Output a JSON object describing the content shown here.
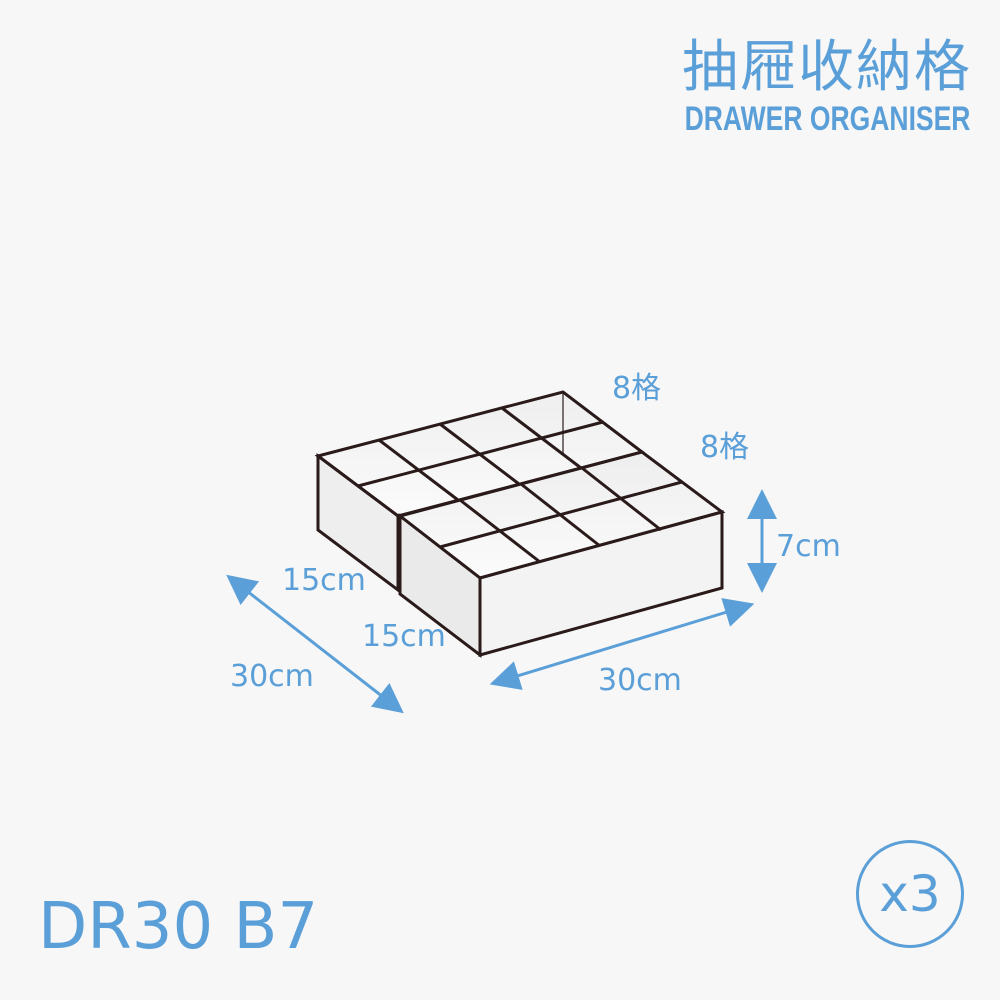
{
  "header": {
    "title_cn": "抽屜收納格",
    "title_en": "DRAWER ORGANISER"
  },
  "product": {
    "model": "DR30 B7",
    "quantity": "x3"
  },
  "diagram": {
    "grid_label_back": "8格",
    "grid_label_front": "8格",
    "height_label": "7cm",
    "width_back_label": "15cm",
    "width_front_label": "15cm",
    "depth_label": "30cm",
    "length_label": "30cm"
  },
  "colors": {
    "accent": "#5b9fd8",
    "outline": "#2a1a1a",
    "background": "#f7f7f7"
  }
}
